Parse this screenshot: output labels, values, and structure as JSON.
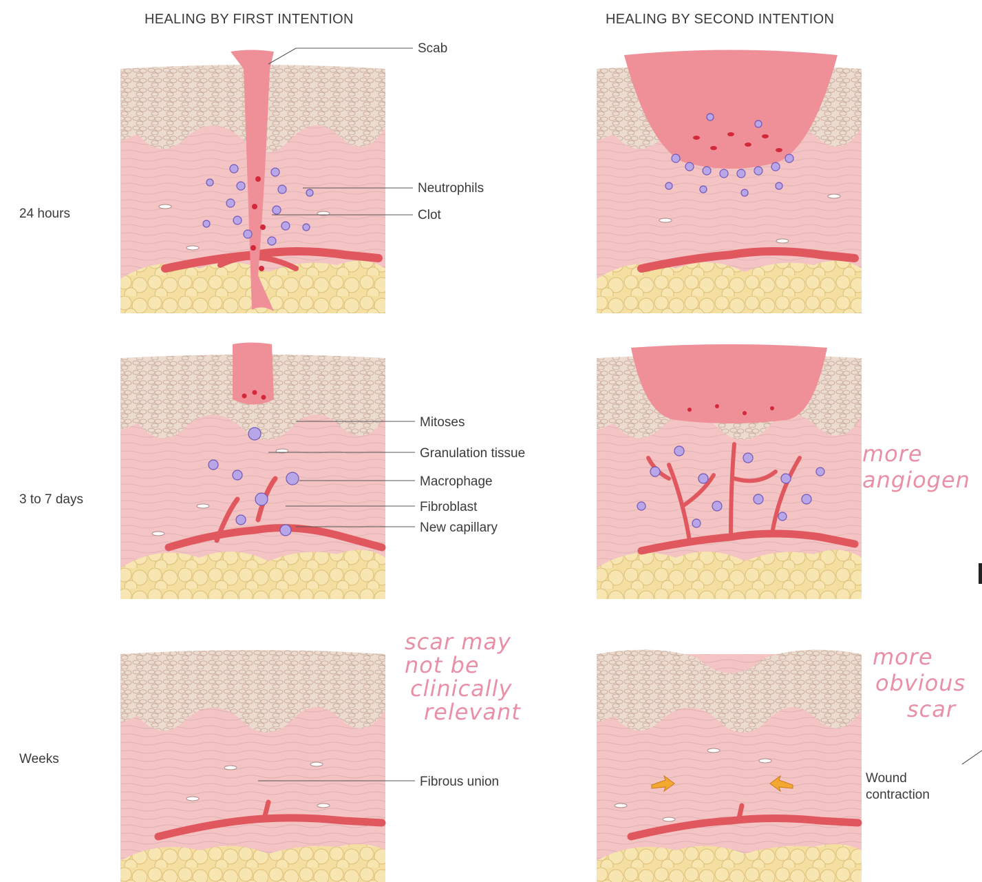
{
  "columns": {
    "first": "HEALING BY FIRST INTENTION",
    "second": "HEALING BY SECOND INTENTION"
  },
  "rows": [
    "24 hours",
    "3 to 7 days",
    "Weeks"
  ],
  "callouts": {
    "scab": "Scab",
    "neutrophils": "Neutrophils",
    "clot": "Clot",
    "mitoses": "Mitoses",
    "granulation": "Granulation tissue",
    "macrophage": "Macrophage",
    "fibroblast": "Fibroblast",
    "capillary": "New capillary",
    "fibrous": "Fibrous union",
    "contraction": "Wound contraction"
  },
  "notes": {
    "angiogenesis": [
      "more",
      "angiogen"
    ],
    "scar_first": [
      "scar may",
      "not be",
      "clinically",
      "relevant"
    ],
    "scar_second": [
      "more",
      "obvious",
      "scar"
    ]
  },
  "colors": {
    "dermis": "#f4c3c4",
    "epidermis": "#ecdcd0",
    "fat": "#f4dea0",
    "vessel": "#e0575e",
    "clot": "#ef8f98",
    "cell": "#8f79c9",
    "note_ink": "#e98fa6"
  }
}
